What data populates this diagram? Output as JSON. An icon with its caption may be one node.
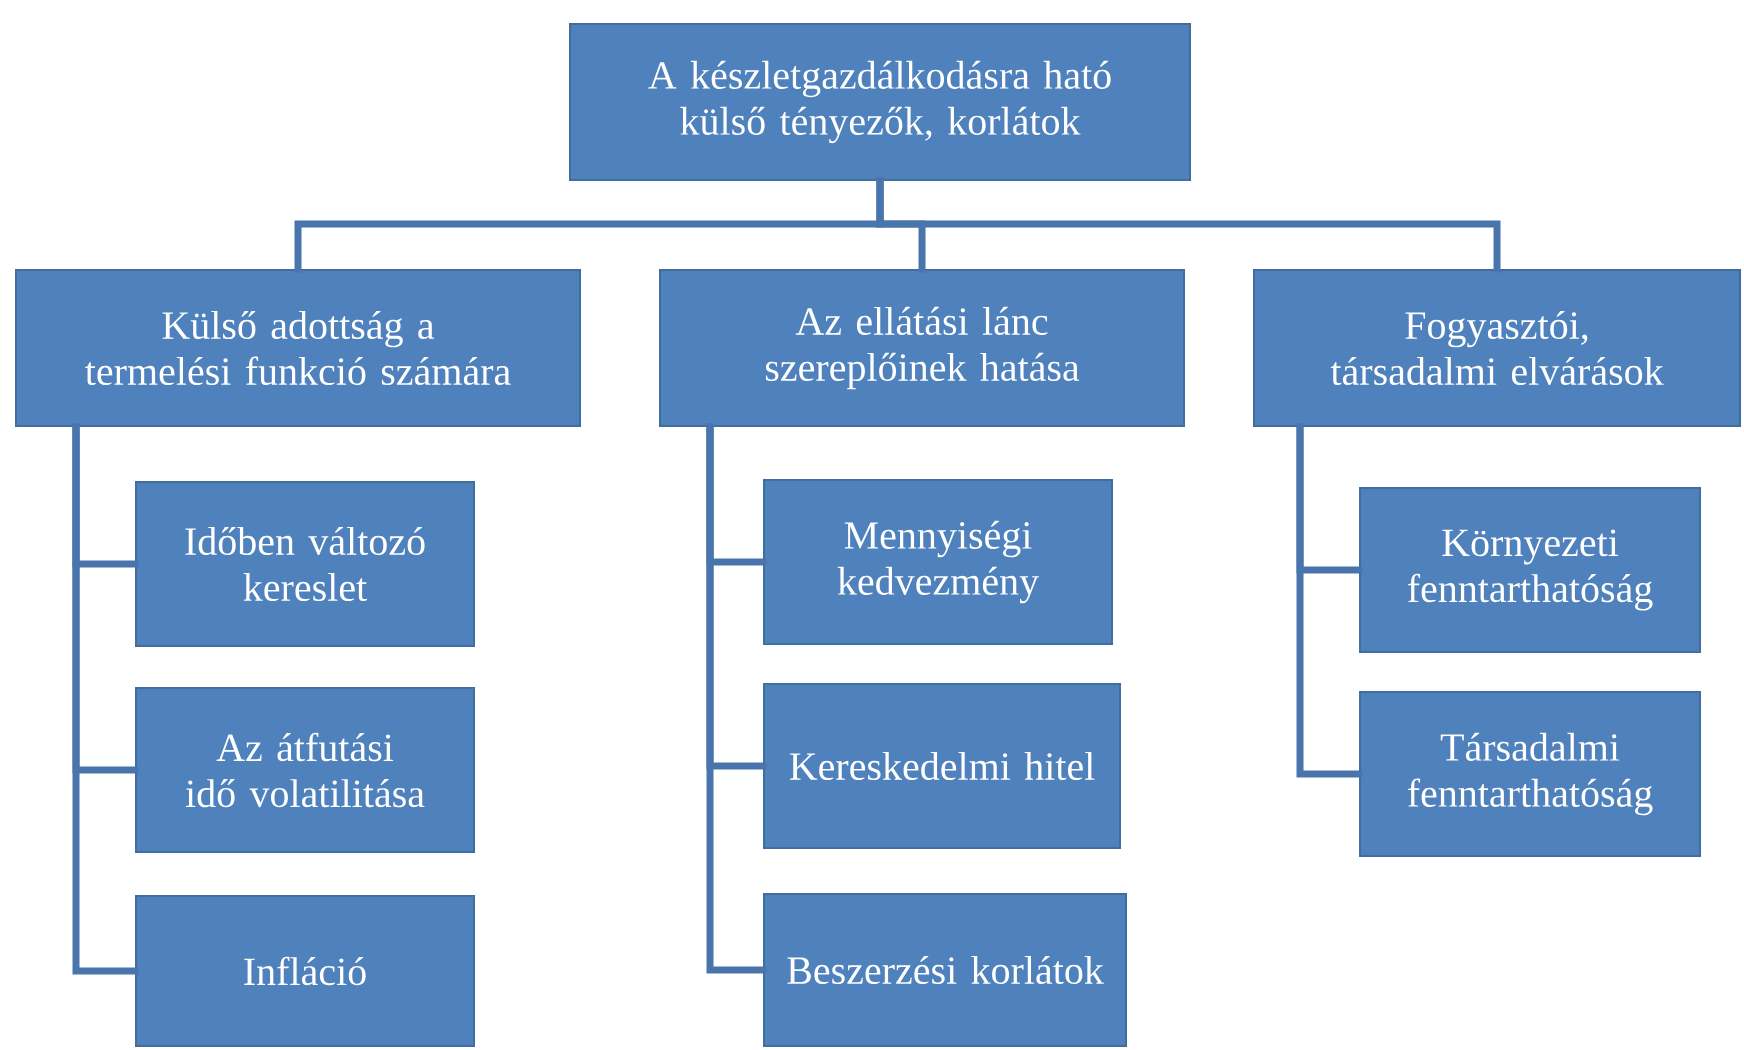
{
  "diagram": {
    "nodes": [
      {
        "text": [
          "A készletgazdálkodásra ható külső tényezők, korlátok"
        ]
      },
      {
        "text": [
          "Külső adottság a termelési funkció számára"
        ]
      },
      {
        "text": [
          "Az ellátási lánc szereplőinek hatása"
        ]
      },
      {
        "text": [
          "Fogyasztói, társadalmi elvárások"
        ]
      },
      {
        "text": [
          "Időben változó kereslet"
        ]
      },
      {
        "text": [
          "Az átfutási idő volatilitása"
        ]
      },
      {
        "text": [
          "Infláció"
        ]
      },
      {
        "text": [
          "Mennyiségi kedvezmény"
        ]
      },
      {
        "text": [
          "Kereskedelmi hitel"
        ]
      },
      {
        "text": [
          "Beszerzési korlátok"
        ]
      },
      {
        "text": [
          "Környezeti fenntarthatóság"
        ]
      },
      {
        "text": [
          "Társadalmi fenntarthatóság"
        ]
      }
    ],
    "edges": [
      {
        "from": 0,
        "to": 1,
        "arrow": "none"
      },
      {
        "from": 0,
        "to": 2,
        "arrow": "none"
      },
      {
        "from": 0,
        "to": 3,
        "arrow": "none"
      },
      {
        "from": 1,
        "to": 4,
        "arrow": "none"
      },
      {
        "from": 1,
        "to": 5,
        "arrow": "none"
      },
      {
        "from": 1,
        "to": 6,
        "arrow": "none"
      },
      {
        "from": 2,
        "to": 7,
        "arrow": "none"
      },
      {
        "from": 2,
        "to": 8,
        "arrow": "none"
      },
      {
        "from": 2,
        "to": 9,
        "arrow": "none"
      },
      {
        "from": 3,
        "to": 10,
        "arrow": "none"
      },
      {
        "from": 3,
        "to": 11,
        "arrow": "none"
      }
    ]
  }
}
